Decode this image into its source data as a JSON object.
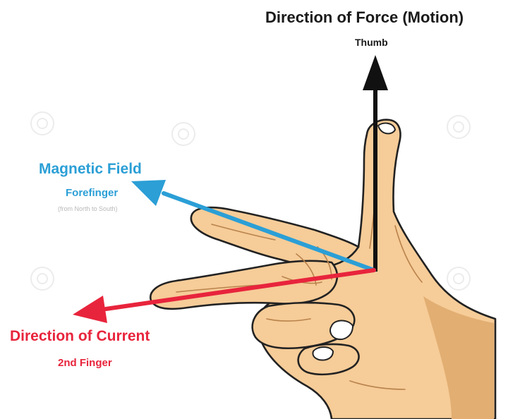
{
  "labels": {
    "force": {
      "title": "Direction of Force (Motion)",
      "finger": "Thumb"
    },
    "field": {
      "title": "Magnetic Field",
      "finger": "Forefinger",
      "note": "(from North to South)"
    },
    "current": {
      "title": "Direction of Current",
      "finger": "2nd Finger"
    }
  },
  "colors": {
    "force": "#111111",
    "field": "#2b9fd6",
    "current": "#e8243c",
    "skin": "#f6cc98",
    "skin_shadow": "#e2ae72",
    "outline": "#222222"
  },
  "icons": {
    "hand": "left-hand-icon",
    "watermark": "camera-watermark-icon"
  }
}
